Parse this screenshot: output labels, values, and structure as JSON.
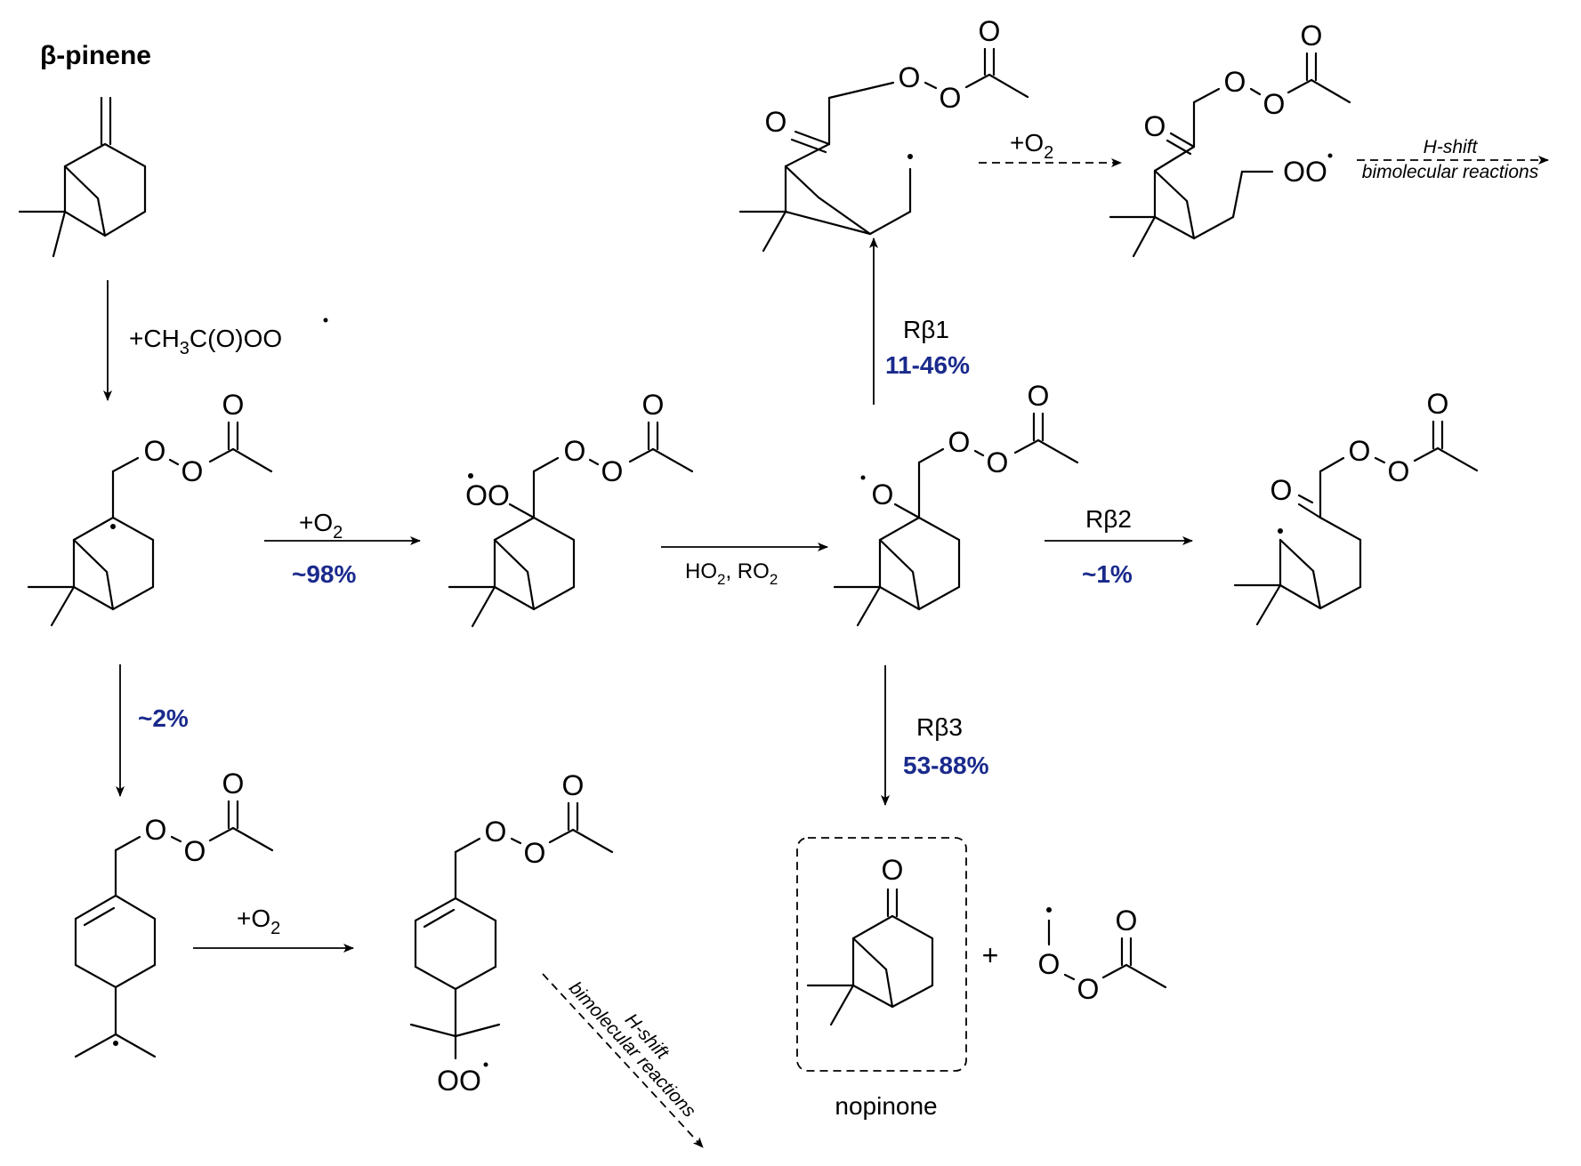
{
  "title": "β-pinene",
  "colors": {
    "percent": "#1a2a8c",
    "ink": "#000000"
  },
  "atoms": {
    "oxygen": "O",
    "peroxy": "OO"
  },
  "reagents": {
    "pan_prefix": "+CH",
    "pan_sub": "3",
    "pan_suffix": "C(O)OO",
    "o2_prefix": "+O",
    "o2_sub": "2",
    "ho2": "HO",
    "ho2_sub": "2",
    "sep": ", RO",
    "ro2_sub": "2",
    "plus": "+"
  },
  "steps": {
    "o2_addition_pct": "~98%",
    "isomerization_pct": "~2%",
    "rb1_label": "Rβ1",
    "rb1_pct": "11-46%",
    "rb2_label": "Rβ2",
    "rb2_pct": "~1%",
    "rb3_label": "Rβ3",
    "rb3_pct": "53-88%"
  },
  "further": {
    "line1": "H-shift",
    "line2": "bimolecular reactions"
  },
  "product_label": "nopinone"
}
